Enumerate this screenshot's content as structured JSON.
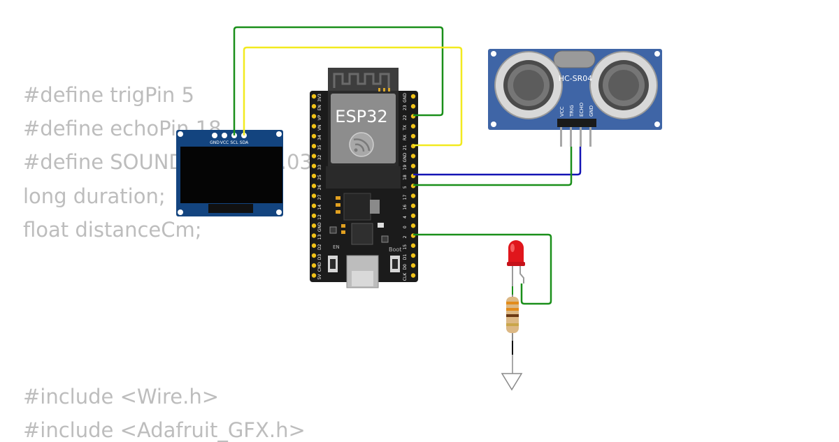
{
  "code_top": [
    "#define trigPin 5",
    "#define echoPin 18",
    "#define SOUND_SPEED 0.034",
    "long duration;",
    "float distanceCm;"
  ],
  "code_bottom": [
    "#include <Wire.h>",
    "#include <Adafruit_GFX.h>"
  ],
  "esp32": {
    "label": "ESP32",
    "boot_label": "Boot",
    "en_label": "EN",
    "left_pins": [
      "3V3",
      "EN",
      "VP",
      "VN",
      "34",
      "35",
      "32",
      "33",
      "25",
      "26",
      "27",
      "14",
      "12",
      "GND",
      "13",
      "D2",
      "D3",
      "CMD",
      "5V"
    ],
    "right_pins": [
      "GND",
      "23",
      "22",
      "TX",
      "RX",
      "21",
      "GND",
      "19",
      "18",
      "5",
      "17",
      "16",
      "4",
      "0",
      "2",
      "15",
      "D1",
      "D0",
      "CLK"
    ]
  },
  "oled": {
    "pins": [
      "GND",
      "VCC",
      "SCL",
      "SDA"
    ]
  },
  "hcsr04": {
    "label": "HC-SR04",
    "pins": [
      "VCC",
      "TRIG",
      "ECHO",
      "GND"
    ]
  },
  "wire_colors": {
    "green": "#1a8f1a",
    "yellow": "#f2ea1f",
    "blue": "#1414b4"
  }
}
